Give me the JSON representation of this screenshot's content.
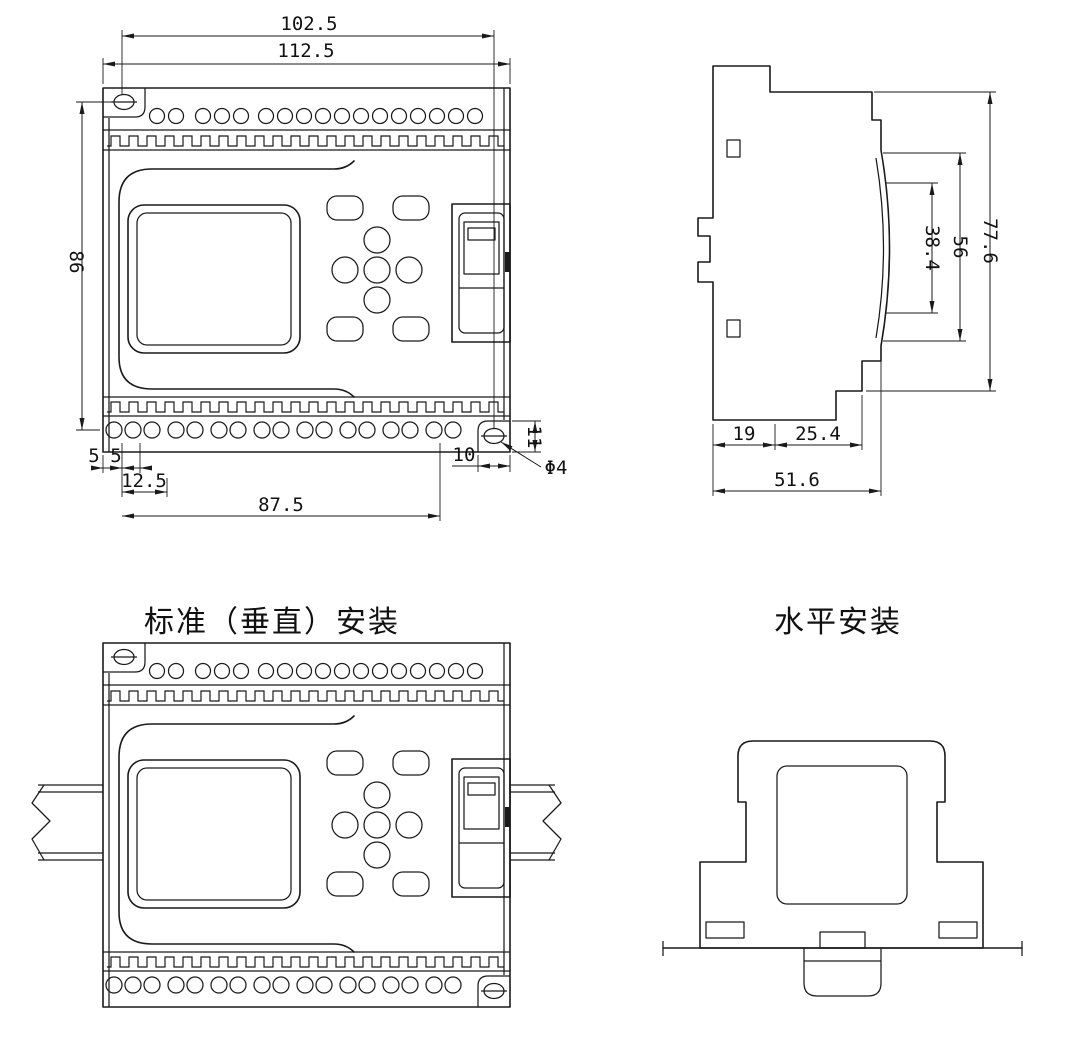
{
  "front_view": {
    "dims": {
      "top_inner": "102.5",
      "top_outer": "112.5",
      "height": "86",
      "b5a": "5",
      "b5b": "5",
      "b12_5": "12.5",
      "b87_5": "87.5",
      "r10": "10",
      "r11": "11",
      "hole_dia": "Φ4"
    }
  },
  "side_view": {
    "dims": {
      "d19": "19",
      "d25_4": "25.4",
      "d51_6": "51.6",
      "h38_4": "38.4",
      "h56": "56",
      "h77_6": "77.6"
    }
  },
  "mount_labels": {
    "vertical": "标准（垂直）安装",
    "horizontal": "水平安装"
  }
}
